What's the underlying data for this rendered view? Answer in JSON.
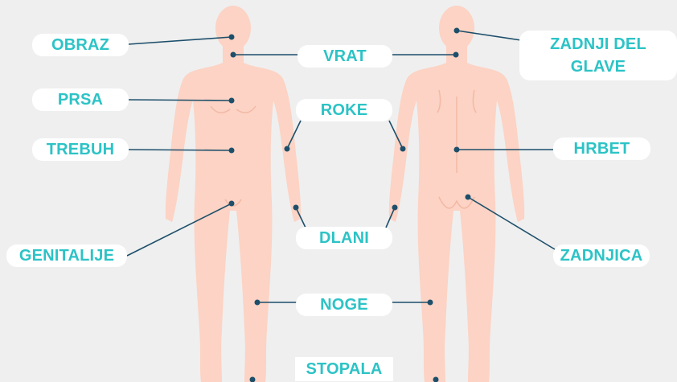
{
  "colors": {
    "background": "#efefef",
    "skin": "#fcd3c4",
    "skin_shade": "#f2b9a5",
    "line": "#1d4f6b",
    "label_text": "#2cc3c6",
    "label_bg": "#ffffff"
  },
  "labels": {
    "cheek": "OBRAZ",
    "neck": "VRAT",
    "back_of_head": "ZADNJI DEL GLAVE",
    "chest": "PRSA",
    "arms": "ROKE",
    "abdomen": "TREBUH",
    "back": "HRBET",
    "genitals": "GENITALIJE",
    "palms": "DLANI",
    "buttocks": "ZADNJICA",
    "legs": "NOGE",
    "feet": "STOPALA"
  },
  "views": [
    "front",
    "back"
  ]
}
